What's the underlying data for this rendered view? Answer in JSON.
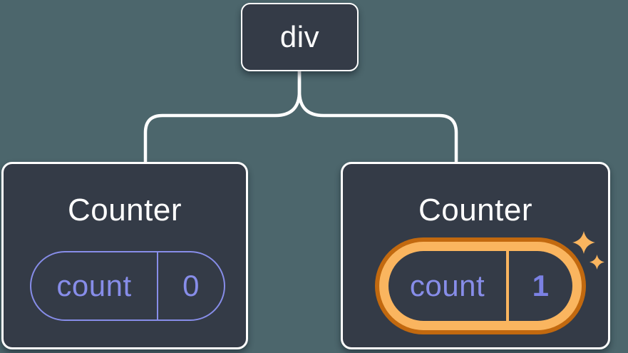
{
  "diagram": {
    "root_node": {
      "label": "div"
    },
    "children": [
      {
        "title": "Counter",
        "state": {
          "key": "count",
          "value": "0"
        },
        "highlighted": false
      },
      {
        "title": "Counter",
        "state": {
          "key": "count",
          "value": "1"
        },
        "highlighted": true
      }
    ]
  },
  "icons": {
    "sparkle_large": "sparkle-star-icon",
    "sparkle_small": "sparkle-star-icon"
  },
  "colors": {
    "background": "#4C666C",
    "node_fill": "#343B47",
    "node_border": "#FFFFFF",
    "connector": "#FFFFFF",
    "state_accent": "#878DE9",
    "state_value_bold": "#7B81E4",
    "highlight_ring_outer": "#C2690F",
    "highlight_ring_inner": "#FAB55F",
    "sparkle": "#FAB55F",
    "title_text": "#FFFFFF"
  }
}
